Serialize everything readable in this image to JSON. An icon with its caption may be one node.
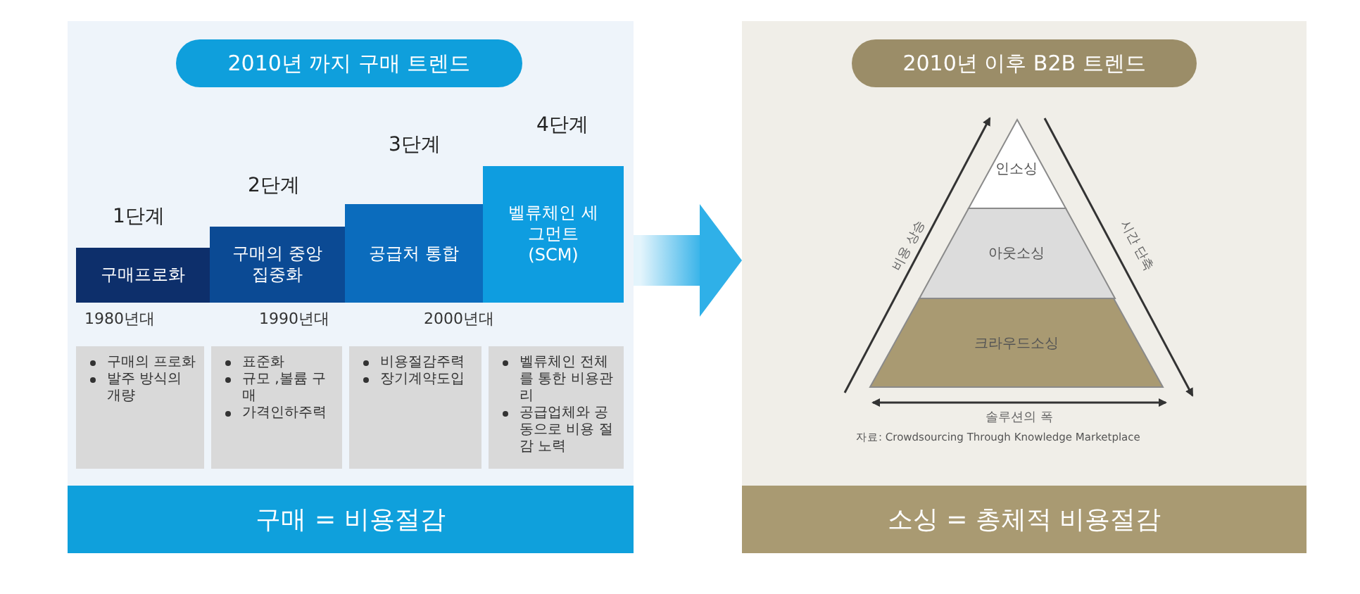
{
  "diagram": {
    "nodes": [
      {
        "text": [],
        "shape": "box"
      },
      {
        "text": [
          "2010년 까지 구매 트렌드"
        ],
        "in": 0
      },
      {
        "text": [
          "구매프로화"
        ],
        "in": 0,
        "beside": [
          "1단계"
        ]
      },
      {
        "text": [
          "구매의 중앙 집중화"
        ],
        "in": 0,
        "beside": [
          "2단계"
        ]
      },
      {
        "text": [
          "공급처 통합"
        ],
        "in": 0,
        "beside": [
          "3단계"
        ]
      },
      {
        "text": [
          "벨류체인 세그먼트 (SCM)"
        ],
        "in": 0,
        "beside": [
          "4단계"
        ]
      },
      {
        "text": [
          "구매의 프로화",
          "발주 방식의 개량"
        ],
        "in": 0
      },
      {
        "text": [
          "표준화",
          "규모 ,볼륨 구매",
          "가격인하주력"
        ],
        "in": 0
      },
      {
        "text": [
          "비용절감주력",
          "장기계약도입"
        ],
        "in": 0
      },
      {
        "text": [
          "벨류체인 전체를 통한 비용관리",
          "공급업체와 공동으로 비용 절감 노력"
        ],
        "in": 0
      },
      {
        "text": [
          "구매 = 비용절감"
        ],
        "in": 0
      },
      {
        "text": [],
        "shape": "box"
      },
      {
        "text": [
          "2010년 이후 B2B 트렌드"
        ],
        "in": 11
      },
      {
        "text": [
          "인소싱"
        ],
        "in": 11
      },
      {
        "text": [
          "아웃소싱"
        ],
        "in": 11
      },
      {
        "text": [
          "크라우드소싱"
        ],
        "in": 11
      },
      {
        "text": [
          "소싱 = 총체적 비용절감"
        ],
        "in": 11
      }
    ],
    "edges": [
      {
        "from": 0,
        "to": 11,
        "arrow": "to"
      }
    ],
    "labels": [
      "1980년대",
      "1990년대",
      "2000년대",
      "비용 상승",
      "시간 단축",
      "솔루션의 폭",
      "자료: Crowdsourcing Through Knowledge Marketplace"
    ]
  }
}
